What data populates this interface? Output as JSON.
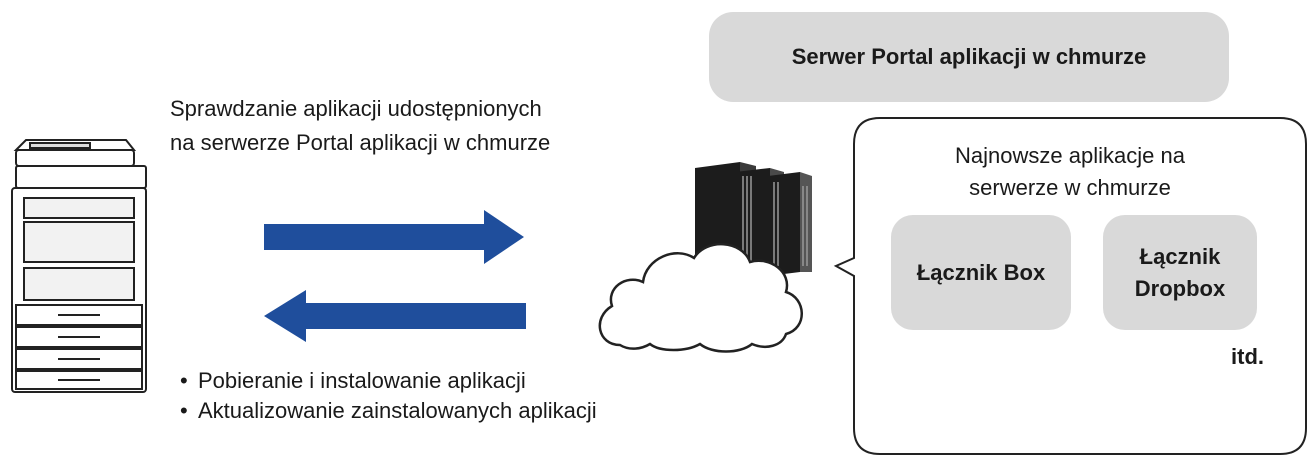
{
  "server_label": "Serwer Portal aplikacji w chmurze",
  "check_text": {
    "line1": "Sprawdzanie aplikacji udostępnionych",
    "line2": "na serwerze Portal aplikacji w chmurze"
  },
  "download_bullets": [
    "Pobieranie i instalowanie aplikacji",
    "Aktualizowanie zainstalowanych aplikacji"
  ],
  "callout": {
    "title_line1": "Najnowsze aplikacje na",
    "title_line2": "serwerze w chmurze",
    "apps": [
      {
        "label": "Łącznik Box"
      },
      {
        "label_line1": "Łącznik",
        "label_line2": "Dropbox"
      }
    ],
    "etc_label": "itd."
  },
  "colors": {
    "arrow": "#1f4e9c",
    "tile_fill": "#d9d9d9",
    "server_box_fill": "#d9d9d9"
  },
  "icons": [
    "multifunction-printer-icon",
    "server-rack-icon",
    "cloud-icon"
  ]
}
